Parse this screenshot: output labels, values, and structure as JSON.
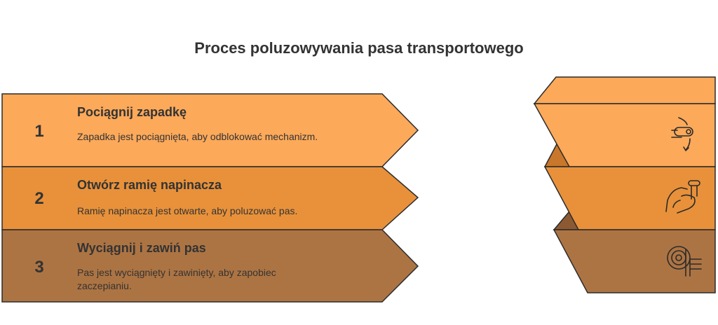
{
  "title": "Proces poluzowywania pasa transportowego",
  "colors": {
    "step1": "#FCA95A",
    "step2": "#E8913A",
    "step3": "#AD7443",
    "stroke": "#2b2b2b"
  },
  "steps": [
    {
      "number": "1",
      "title": "Pociągnij zapadkę",
      "description": "Zapadka jest pociągnięta, aby odblokować mechanizm.",
      "icon": "finger-pull-icon"
    },
    {
      "number": "2",
      "title": "Otwórz ramię napinacza",
      "description": "Ramię napinacza jest otwarte, aby poluzować pas.",
      "icon": "hand-lever-icon"
    },
    {
      "number": "3",
      "title": "Wyciągnij i zawiń pas",
      "description": "Pas jest wyciągnięty i zawinięty, aby zapobiec zaczepianiu.",
      "icon": "roll-strap-icon"
    }
  ]
}
